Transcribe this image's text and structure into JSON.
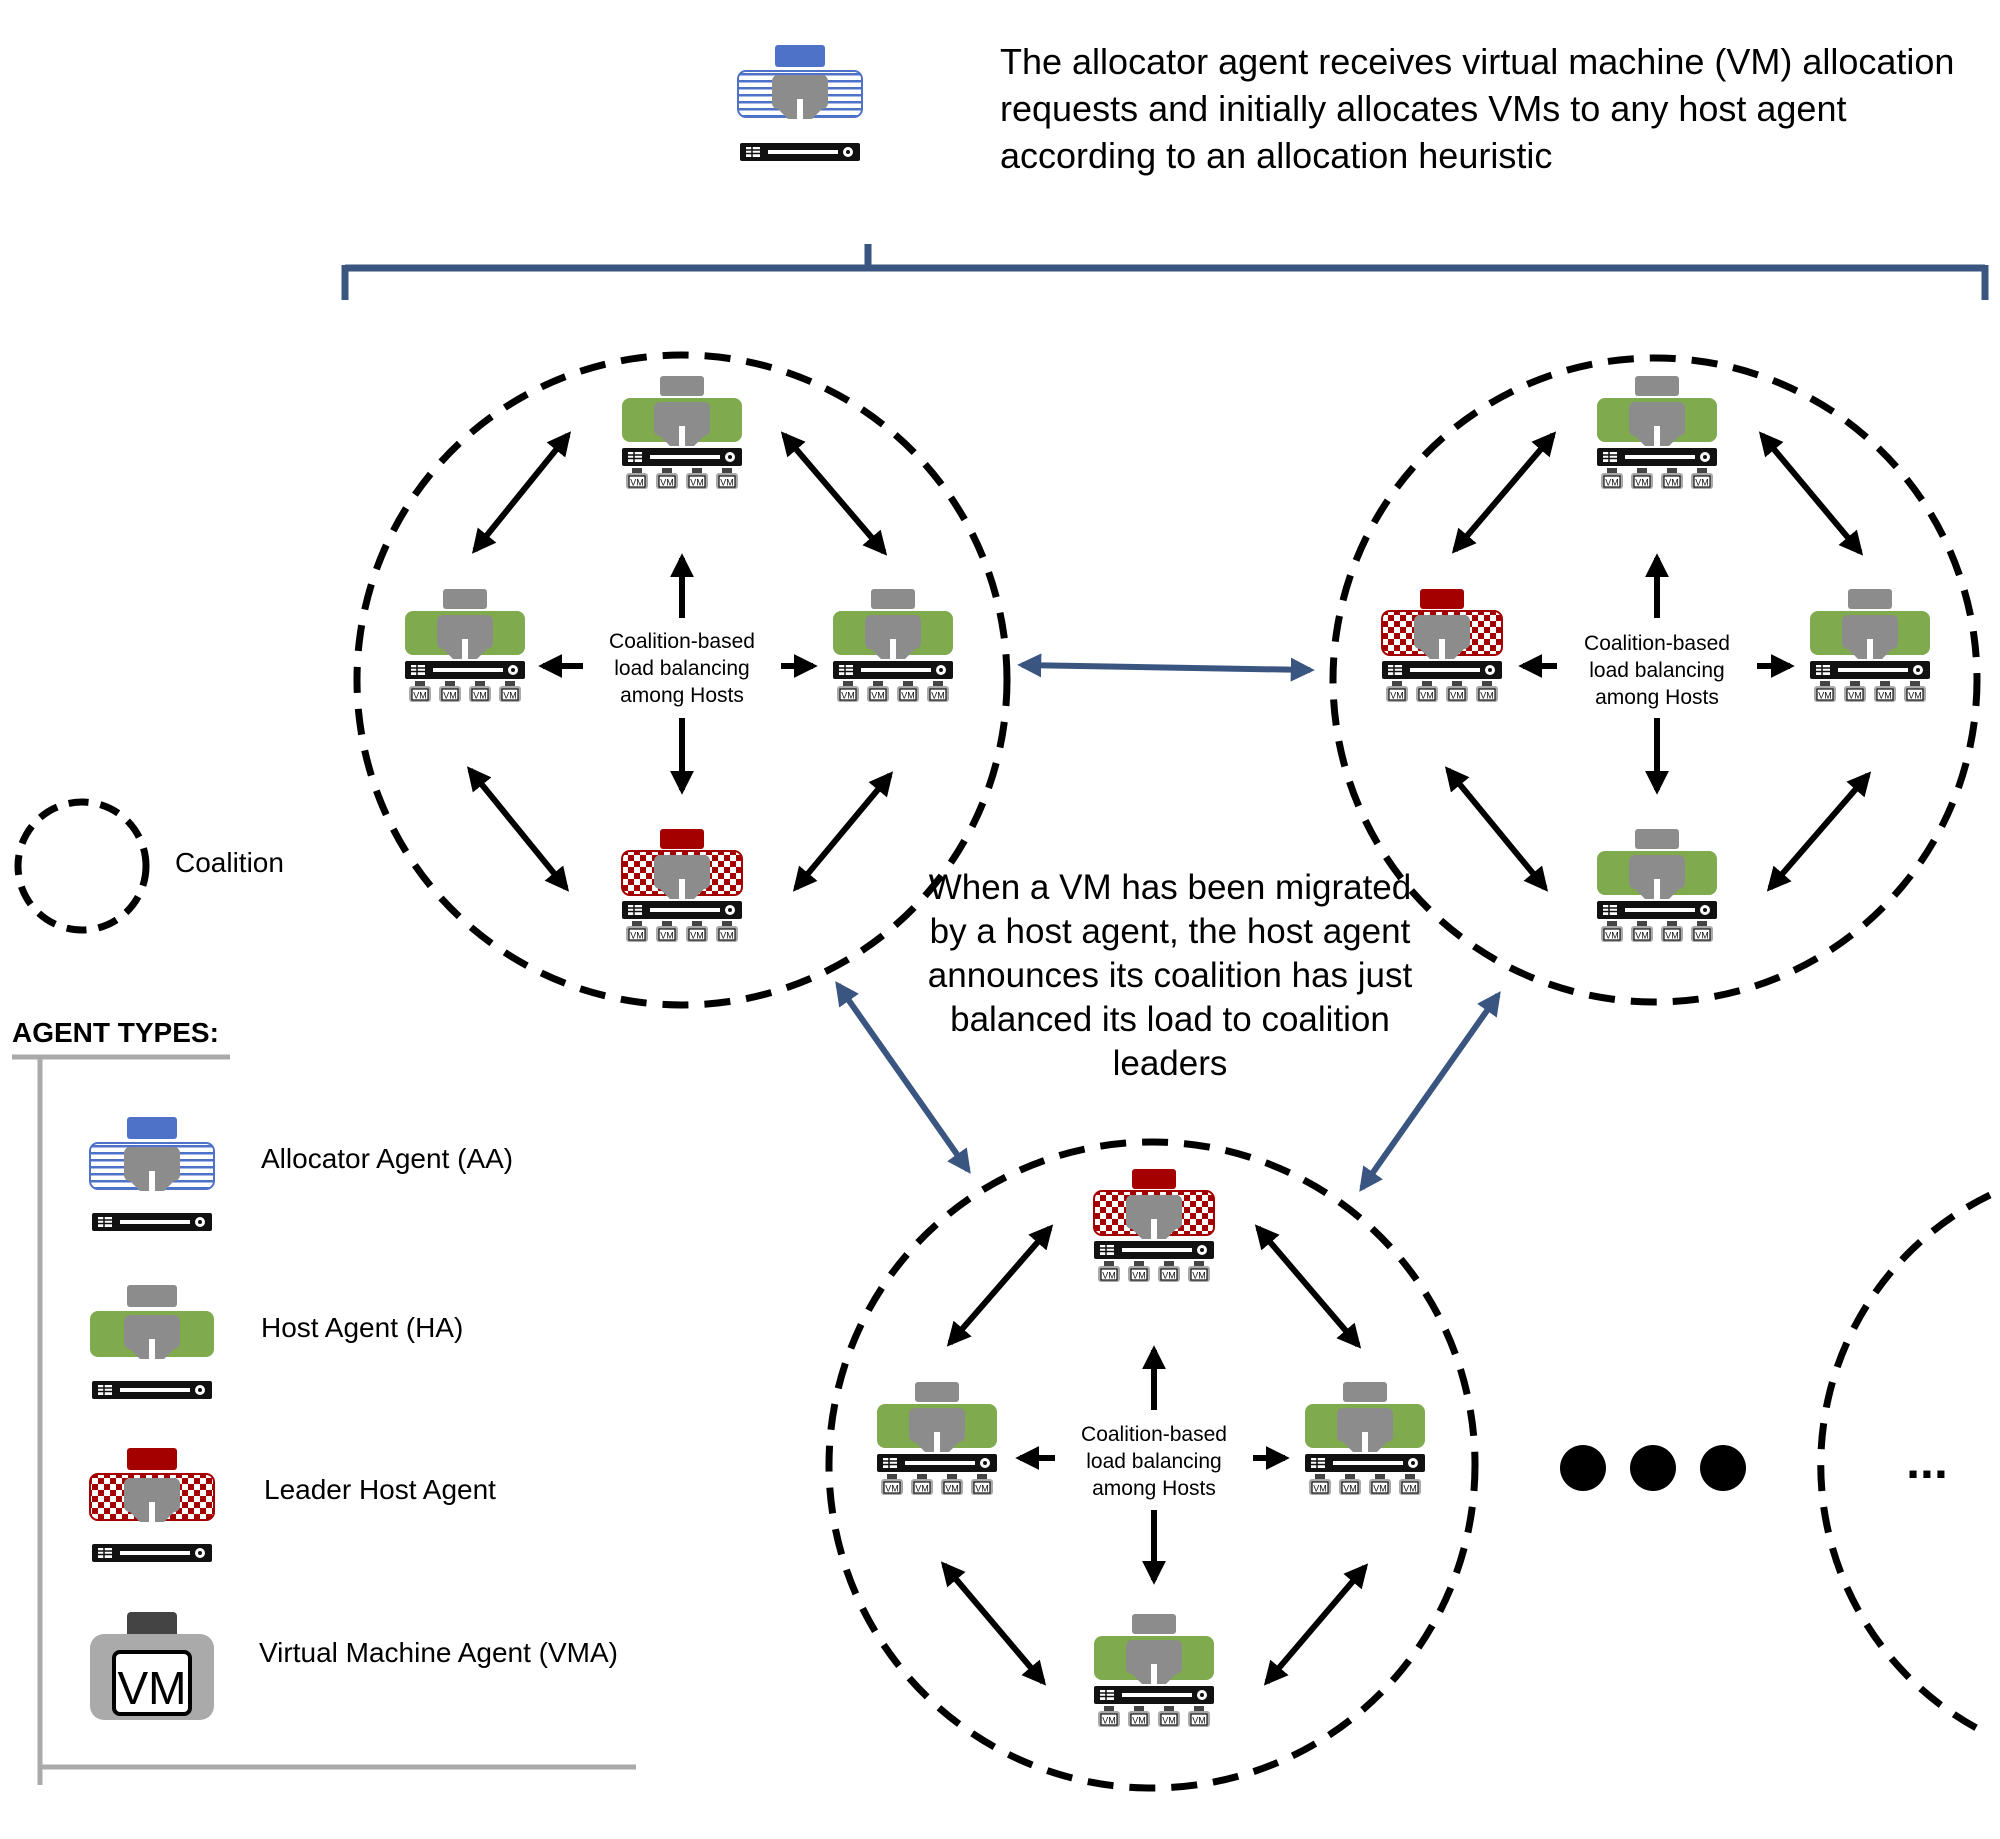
{
  "top_description": "The allocator agent receives virtual machine (VM) allocation requests and initially allocates VMs to any host agent according to an allocation heuristic",
  "migration_note": "When a VM has been migrated by a host agent, the host agent announces its coalition has just balanced its load to coalition leaders",
  "coalition_legend_label": "Coalition",
  "agent_types_heading": "AGENT TYPES:",
  "legend": {
    "allocator": "Allocator Agent (AA)",
    "host": "Host Agent (HA)",
    "leader": "Leader Host Agent",
    "vma": "Virtual Machine Agent (VMA)"
  },
  "vm_label": "VM",
  "coalitions": [
    {
      "center_text": [
        "Coalition-based",
        "load balancing",
        "among Hosts"
      ],
      "leader_position": "bottom"
    },
    {
      "center_text": [
        "Coalition-based",
        "load balancing",
        "among Hosts"
      ],
      "leader_position": "left"
    },
    {
      "center_text": [
        "Coalition-based",
        "load balancing",
        "among Hosts"
      ],
      "leader_position": "top"
    }
  ],
  "more_coalitions_ellipsis": "...",
  "colors": {
    "allocator_blue": "#4f72c9",
    "host_green": "#7fab4e",
    "leader_red": "#a50000",
    "agent_gray": "#8c8c8c",
    "connector_navy": "#3a5680"
  }
}
